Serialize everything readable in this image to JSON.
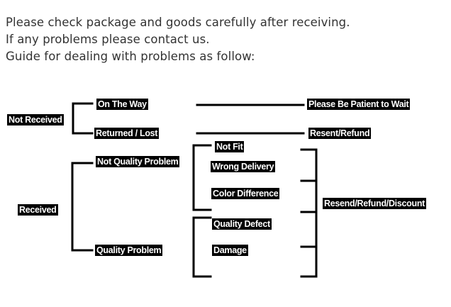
{
  "intro": {
    "line1": "Please check package and goods carefully after receiving.",
    "line2": "If any problems please contact us.",
    "line3": "Guide for dealing with problems as follow:"
  },
  "diagram": {
    "not_received": "Not Received",
    "on_the_way": "On The Way",
    "returned_lost": "Returned / Lost",
    "please_wait": "Please Be Patient to Wait",
    "resent_refund": "Resent/Refund",
    "received": "Received",
    "not_quality_problem": "Not Quality Problem",
    "quality_problem": "Quality Problem",
    "not_fit": "Not Fit",
    "wrong_delivery": "Wrong Delivery",
    "color_difference": "Color Difference",
    "quality_defect": "Quality Defect",
    "damage": "Damage",
    "resend_refund_discount": "Resend/Refund/Discount"
  },
  "colors": {
    "tag_background": "#000000",
    "tag_text": "#ffffff",
    "intro_text": "#333333",
    "line": "#000000"
  }
}
